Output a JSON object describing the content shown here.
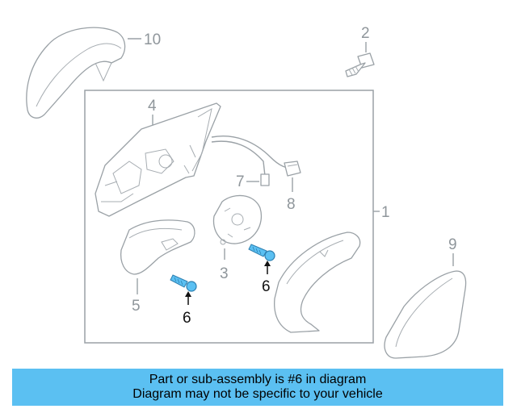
{
  "callouts": {
    "c1": "1",
    "c2": "2",
    "c3": "3",
    "c4": "4",
    "c5": "5",
    "c6a": "6",
    "c6b": "6",
    "c7": "7",
    "c8": "8",
    "c9": "9",
    "c10": "10"
  },
  "colors": {
    "highlight_part": "#5bc0f2",
    "line": "#9aa1a6",
    "banner_bg": "#5bc0f2"
  },
  "banner": {
    "line1": "Part or sub-assembly is #6 in diagram",
    "line2": "Diagram may not be specific to your vehicle"
  }
}
